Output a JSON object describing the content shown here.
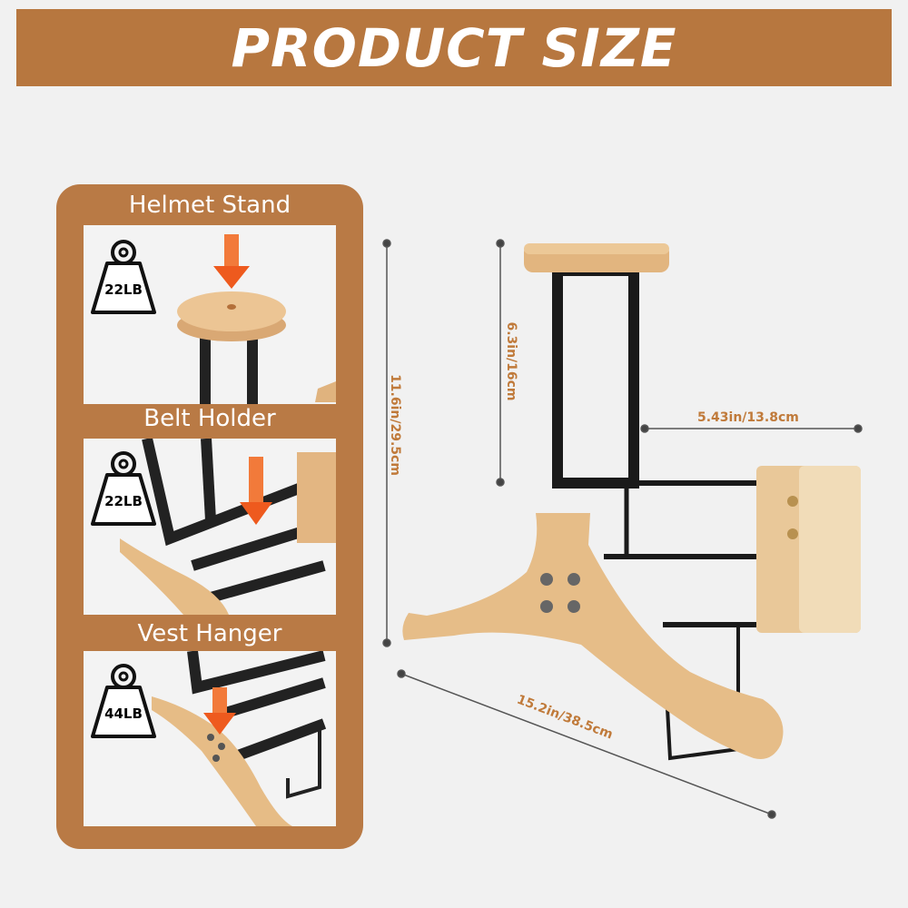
{
  "banner": {
    "title": "PRODUCT SIZE"
  },
  "features": [
    {
      "label": "Helmet Stand",
      "weight": "22LB"
    },
    {
      "label": "Belt Holder",
      "weight": "22LB"
    },
    {
      "label": "Vest Hanger",
      "weight": "44LB"
    }
  ],
  "dimensions": {
    "total_height": "11.6in/29.5cm",
    "stand_height": "6.3in/16cm",
    "arm_length": "5.43in/13.8cm",
    "hanger_width": "15.2in/38.5cm"
  },
  "colors": {
    "brand": "#b7773f",
    "dimension_text": "#c07a3a",
    "wood": "#e6bf8c",
    "arrow": "#ee5a1e"
  }
}
